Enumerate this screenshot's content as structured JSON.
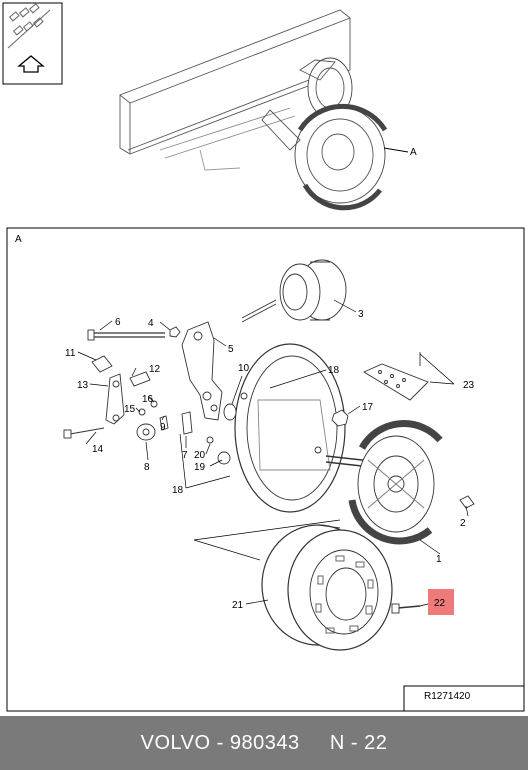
{
  "overview": {
    "view_label": "A",
    "icon": "up-arrow-icon"
  },
  "detail": {
    "view_label": "A",
    "reference": "R1271420",
    "highlight_color": "#ef7a7a"
  },
  "callouts": [
    {
      "id": "1",
      "label": "1"
    },
    {
      "id": "2",
      "label": "2"
    },
    {
      "id": "3",
      "label": "3"
    },
    {
      "id": "4",
      "label": "4"
    },
    {
      "id": "5",
      "label": "5"
    },
    {
      "id": "6",
      "label": "6"
    },
    {
      "id": "7",
      "label": "7"
    },
    {
      "id": "8",
      "label": "8"
    },
    {
      "id": "9",
      "label": "9"
    },
    {
      "id": "10",
      "label": "10"
    },
    {
      "id": "11",
      "label": "11"
    },
    {
      "id": "12",
      "label": "12"
    },
    {
      "id": "13",
      "label": "13"
    },
    {
      "id": "14",
      "label": "14"
    },
    {
      "id": "15",
      "label": "15"
    },
    {
      "id": "16",
      "label": "16"
    },
    {
      "id": "17",
      "label": "17"
    },
    {
      "id": "18a",
      "label": "18"
    },
    {
      "id": "18b",
      "label": "18"
    },
    {
      "id": "19",
      "label": "19"
    },
    {
      "id": "20",
      "label": "20"
    },
    {
      "id": "21",
      "label": "21"
    },
    {
      "id": "22",
      "label": "22",
      "highlighted": true
    },
    {
      "id": "23",
      "label": "23"
    }
  ],
  "footer": {
    "brand": "VOLVO",
    "separator": " - ",
    "part_number": "980343",
    "position_label": "N - 22"
  }
}
